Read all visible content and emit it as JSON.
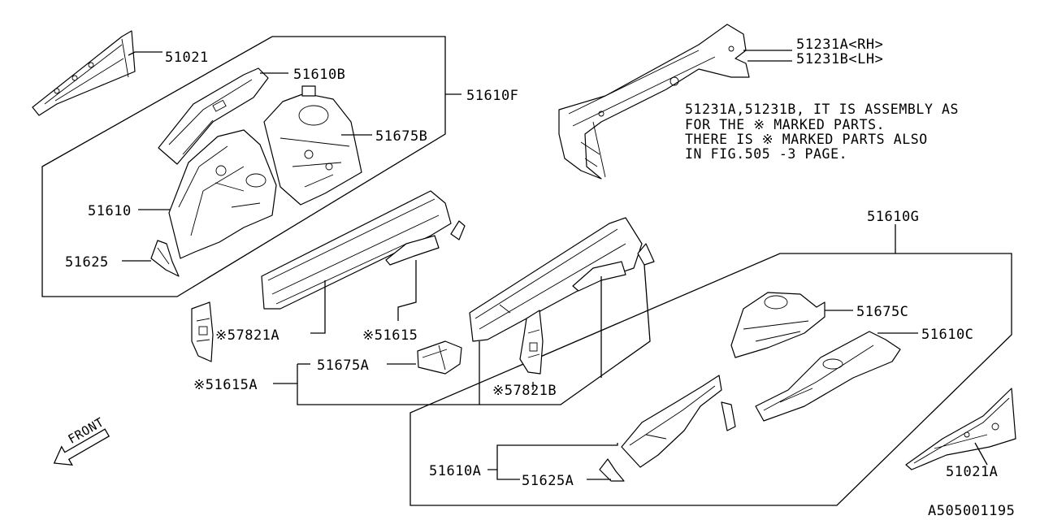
{
  "diagram_id": "A505001195",
  "labels": {
    "p51021": "51021",
    "p51610B": "51610B",
    "p51610F": "51610F",
    "p51675B": "51675B",
    "p51610": "51610",
    "p51625": "51625",
    "p57821A": "※57821A",
    "p51615": "※51615",
    "p51615A": "※51615A",
    "p51675A": "51675A",
    "p57821B": "※57821B",
    "p51231A": "51231A<RH>",
    "p51231B": "51231B<LH>",
    "p51610G": "51610G",
    "p51675C": "51675C",
    "p51610C": "51610C",
    "p51610A": "51610A",
    "p51625A": "51625A",
    "p51021A": "51021A"
  },
  "note": {
    "line1": "51231A,51231B, IT IS ASSEMBLY AS",
    "line2": "FOR THE ※ MARKED PARTS.",
    "line3": "THERE IS ※ MARKED PARTS ALSO",
    "line4": "IN FIG.505 -3 PAGE."
  },
  "front_arrow": "FRONT"
}
